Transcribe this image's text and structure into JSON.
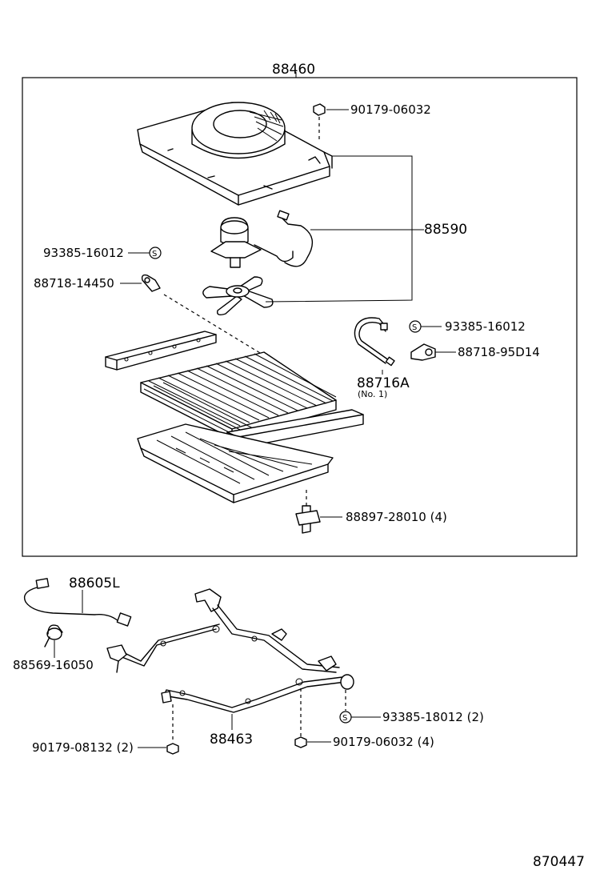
{
  "diagram": {
    "assembly_label": "88460",
    "figure_code": "870447",
    "parts": {
      "nut_top": "90179-06032",
      "fan_motor": "88590",
      "clip_s_left": "93385-16012",
      "clamp_left": "88718-14450",
      "clip_s_right": "93385-16012",
      "clamp_right": "88718-95D14",
      "tube_no1": "88716A",
      "tube_no1_sub": "(No. 1)",
      "bolt": "88897-28010 (4)",
      "wire": "88605L",
      "wire_clamp": "88569-16050",
      "bracket": "88463",
      "clip_s_bottom": "93385-18012 (2)",
      "nut_bottom_left": "90179-08132 (2)",
      "nut_bottom_right": "90179-06032 (4)"
    },
    "symbols": {
      "s_mark": "S"
    }
  }
}
